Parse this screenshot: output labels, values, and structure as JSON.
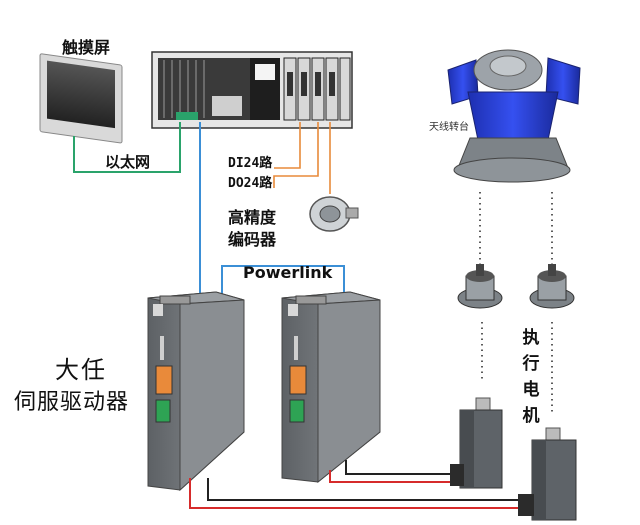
{
  "labels": {
    "touchscreen": "触摸屏",
    "ethernet": "以太网",
    "di": "DI24路",
    "do": "DO24路",
    "encoder_line1": "高精度",
    "encoder_line2": "编码器",
    "powerlink": "Powerlink",
    "driver_line1": "大任",
    "driver_line2": "伺服驱动器",
    "antenna_turntable": "天线转台",
    "actuator_motor": "执行电机"
  },
  "colors": {
    "ethernet_line": "#2aa36b",
    "powerlink_line": "#3b8fd6",
    "io_line": "#e88a3a",
    "power_red": "#d62b2b",
    "power_black": "#222222",
    "turntable_blue": "#2a3fd6",
    "drive_gray": "#6f7377"
  }
}
